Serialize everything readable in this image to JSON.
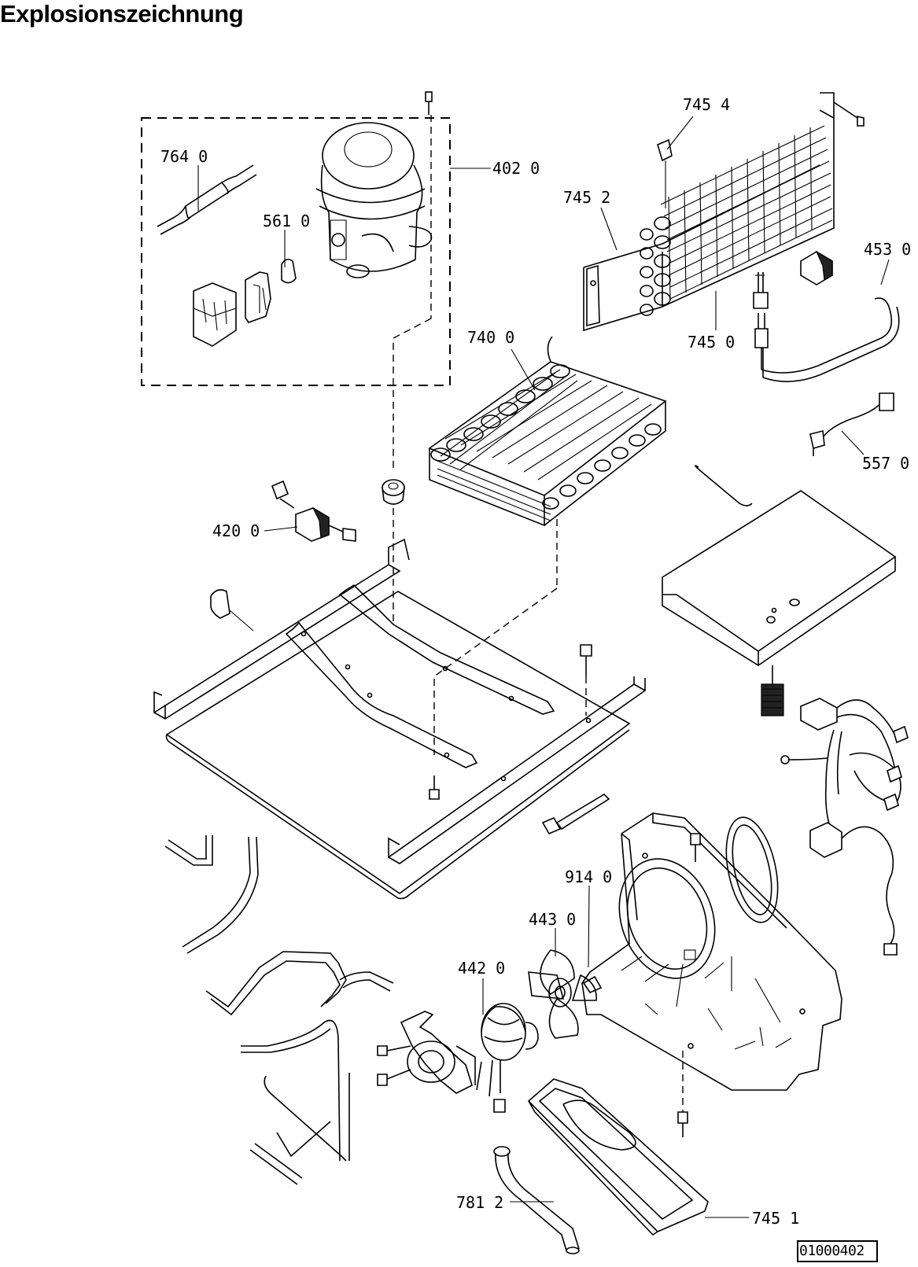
{
  "title": "Explosionszeichnung",
  "doc_number": "01000402",
  "callouts": [
    {
      "id": "764",
      "text": "764 0"
    },
    {
      "id": "561",
      "text": "561 0"
    },
    {
      "id": "402",
      "text": "402 0"
    },
    {
      "id": "7454",
      "text": "745 4"
    },
    {
      "id": "7452",
      "text": "745 2"
    },
    {
      "id": "453",
      "text": "453 0"
    },
    {
      "id": "7450",
      "text": "745 0"
    },
    {
      "id": "740",
      "text": "740 0"
    },
    {
      "id": "557",
      "text": "557 0"
    },
    {
      "id": "420",
      "text": "420 0"
    },
    {
      "id": "914",
      "text": "914 0"
    },
    {
      "id": "443",
      "text": "443 0"
    },
    {
      "id": "442",
      "text": "442 0"
    },
    {
      "id": "7451",
      "text": "745 1"
    },
    {
      "id": "781",
      "text": "781 2"
    }
  ]
}
